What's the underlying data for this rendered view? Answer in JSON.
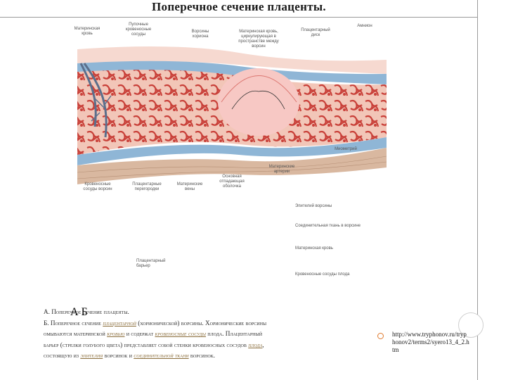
{
  "title": "Поперечное сечение плаценты.",
  "figure_a": {
    "panel_letter": "А",
    "labels": {
      "maternal_blood": "Материнская кровь",
      "umbilical_vessels": "Пупочные кровеносные сосуды",
      "chorionic_villi": "Ворсины хориона",
      "intervillous_space": "Материнская кровь, циркулирующая в пространстве между ворсин",
      "placental_disk": "Плацентарный диск",
      "amnion": "Амнион",
      "myometrium": "Миометрий",
      "fetal_vessels": "Кровеносные сосуды ворсин",
      "placental_septa": "Плацентарные перегородки",
      "maternal_veins": "Материнские вены",
      "decidua": "Основная отпадающая оболочка",
      "maternal_arteries": "Материнские артерии"
    }
  },
  "figure_b": {
    "panel_letter": "Б",
    "labels": {
      "epithelium": "Эпителий ворсины",
      "connective_tissue": "Соединительная ткань в ворсине",
      "maternal_blood": "Материнская кровь",
      "fetal_vessels": "Кровеносные сосуды плода",
      "barrier": "Плацентарный барьер"
    }
  },
  "caption": {
    "line1": "А. Поперечное сечение плаценты.",
    "line2_pre": "Б. Поперечное сечение ",
    "line2_link": "плацентарной",
    "line2_post": " (хорионической) ворсины.  Хорионические ворсины",
    "line3_pre": "омываются материнской ",
    "line3_link1": "кровью",
    "line3_mid": " и содержат ",
    "line3_link2": "кровеносные сосуды",
    "line3_post": " плода.  Плацентарный",
    "line4_pre": "барьер (стрелки голубого цвета) представляет собой стенки кровеносных сосудов ",
    "line4_link": "плода",
    "line4_post": ",",
    "line5_pre": "состоящую из ",
    "line5_link1": "эпителия",
    "line5_mid": " ворсинок и ",
    "line5_link2": "соединительной ткани",
    "line5_post": " ворсинок."
  },
  "source": "http://www.tryphonov.ru/tryphonov2/terms2/syero13_4_2.htm",
  "colors": {
    "tissue_red": "#c9413a",
    "tissue_pink": "#f2c6b8",
    "membrane_blue": "#8fb6d6",
    "myometrium_tan": "#d9b8a0",
    "barrier_arrow": "#1e9cd7"
  }
}
